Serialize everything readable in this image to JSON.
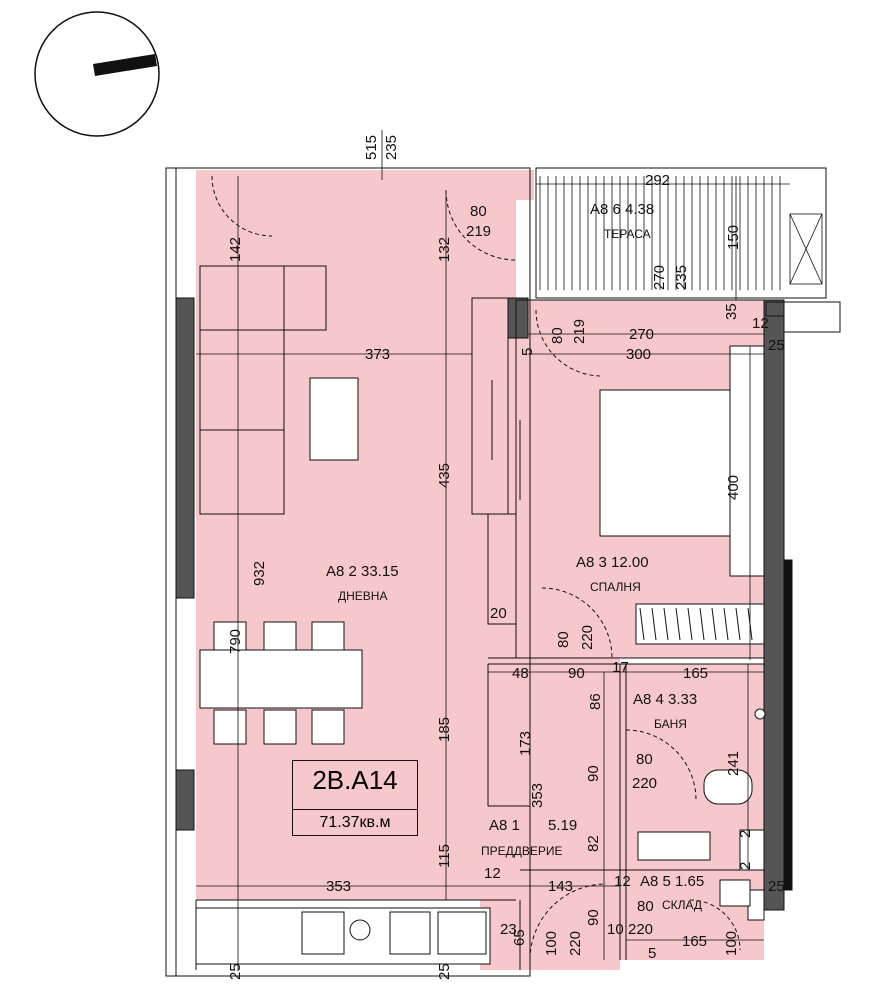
{
  "unit": {
    "code": "2B.A14",
    "area": "71.37кв.м"
  },
  "rooms": [
    {
      "id": "A8 2 33.15",
      "name": "ДНЕВНА"
    },
    {
      "id": "A8 3 12.00",
      "name": "СПАЛНЯ"
    },
    {
      "id": "A8 4 3.33",
      "name": "БАНЯ"
    },
    {
      "id": "A8 1",
      "area": "5.19",
      "name": "ПРЕДДВЕРИЕ"
    },
    {
      "id": "A8 5 1.65",
      "name": "СКЛАД"
    },
    {
      "id": "A8 6 4.38",
      "name": "ТЕРАСА"
    }
  ],
  "dimensions": {
    "top_515": "515",
    "top_235": "235",
    "terrace_292": "292",
    "terrace_150": "150",
    "terrace_270": "270",
    "terrace_235": "235",
    "d142": "142",
    "d80a": "80",
    "d219a": "219",
    "d132": "132",
    "d35": "35",
    "d12a": "12",
    "d5": "5",
    "d80b": "80",
    "d219b": "219",
    "d270": "270",
    "d373": "373",
    "d300": "300",
    "d25a": "25",
    "d435": "435",
    "d400": "400",
    "d932": "932",
    "d20": "20",
    "d790": "790",
    "d80c": "80",
    "d220a": "220",
    "d48": "48",
    "d90a": "90",
    "d17": "17",
    "d165a": "165",
    "d86": "86",
    "d173": "173",
    "d185": "185",
    "d80d": "80",
    "d220b": "220",
    "d90b": "90",
    "d241": "241",
    "d353v": "353",
    "d82": "82",
    "d115": "115",
    "d12b": "12",
    "d2a": "2",
    "d2b": "2",
    "d353": "353",
    "d143": "143",
    "d12c": "12",
    "d25b": "25",
    "d80e": "80",
    "d23": "23",
    "d65": "65",
    "d100a": "100",
    "d220c": "220",
    "d90c": "90",
    "d10": "10",
    "d220d": "220",
    "d165b": "165",
    "d100b": "100",
    "d5b": "5",
    "d25c": "25",
    "d25d": "25"
  },
  "colors": {
    "fill": "#f6c8cc",
    "wall": "#555555",
    "line": "#111111"
  }
}
